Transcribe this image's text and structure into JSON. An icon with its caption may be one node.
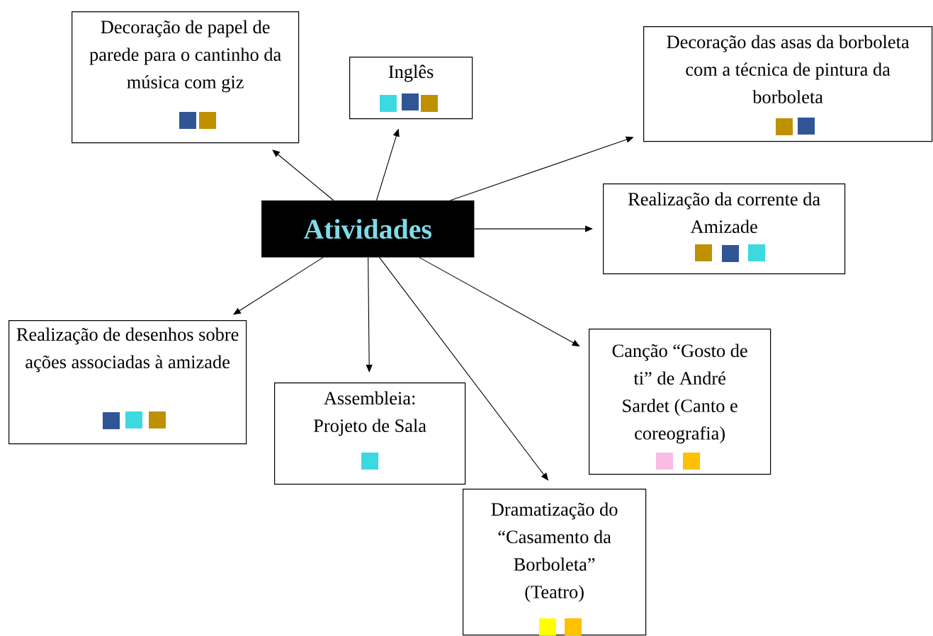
{
  "diagram": {
    "nodes": [
      {
        "text": [
          "Atividades"
        ]
      },
      {
        "text": [
          "Decoração de papel de parede para o cantinho da música com giz"
        ]
      },
      {
        "text": [
          "Inglês"
        ]
      },
      {
        "text": [
          "Decoração das asas da borboleta com a técnica de pintura da borboleta"
        ]
      },
      {
        "text": [
          "Realização da corrente da Amizade"
        ]
      },
      {
        "text": [
          "Realização de desenhos sobre ações associadas à amizade"
        ]
      },
      {
        "text": [
          "Assembleia: Projeto de Sala"
        ]
      },
      {
        "text": [
          "Canção “Gosto de ti” de André Sardet (Canto e coreografia)"
        ]
      },
      {
        "text": [
          "Dramatização do “Casamento da Borboleta” (Teatro)"
        ]
      }
    ],
    "edges": [
      {
        "from": 0,
        "to": 1,
        "arrow": "to"
      },
      {
        "from": 0,
        "to": 2,
        "arrow": "to"
      },
      {
        "from": 0,
        "to": 3,
        "arrow": "to"
      },
      {
        "from": 0,
        "to": 4,
        "arrow": "to"
      },
      {
        "from": 0,
        "to": 5,
        "arrow": "to"
      },
      {
        "from": 0,
        "to": 6,
        "arrow": "to"
      },
      {
        "from": 0,
        "to": 7,
        "arrow": "to"
      },
      {
        "from": 0,
        "to": 8,
        "arrow": "to"
      }
    ]
  }
}
